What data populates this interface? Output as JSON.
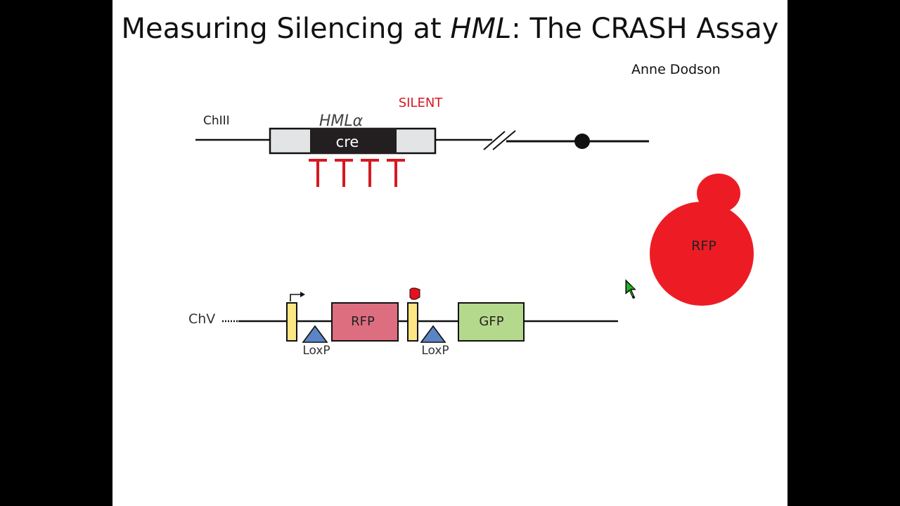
{
  "slide": {
    "title_prefix": "Measuring Silencing at ",
    "title_italic": "HML",
    "title_suffix": ": The CRASH Assay",
    "author": "Anne Dodson"
  },
  "chr3": {
    "label": "ChIII",
    "locus_label": "HMLα",
    "gene_label": "cre",
    "state_label": "SILENT",
    "silencer_count": 4
  },
  "chr5": {
    "label": "ChV",
    "loxp_labels": [
      "LoxP",
      "LoxP"
    ],
    "reporter_1": "RFP",
    "reporter_2": "GFP"
  },
  "cell": {
    "label": "RFP"
  },
  "colors": {
    "silent_red": "#d71920",
    "cell_red": "#ed1c24",
    "cre_block": "#231f20",
    "rfp_box": "#dc6e80",
    "gfp_box": "#b5d98c",
    "promoter_yellow": "#fde684",
    "loxp_blue": "#5b84c4",
    "flank_gray": "#e2e4e6"
  }
}
